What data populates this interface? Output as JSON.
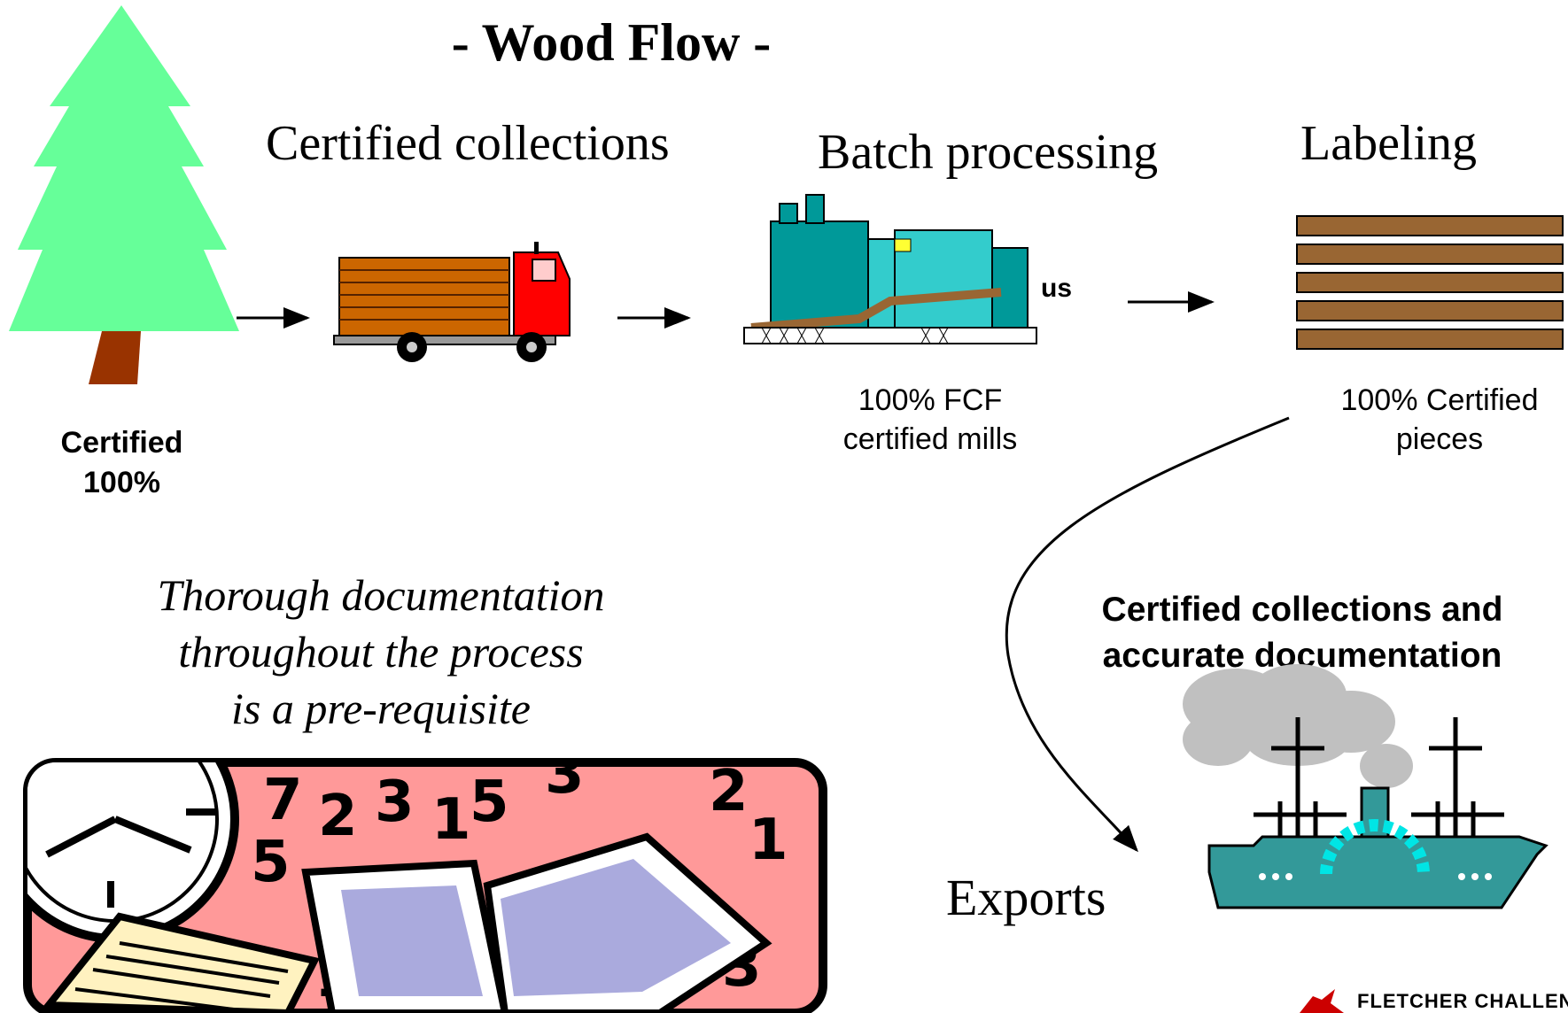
{
  "title": "- Wood Flow -",
  "stages": {
    "collections": "Certified collections",
    "batch": "Batch processing",
    "labeling": "Labeling"
  },
  "captions": {
    "tree": [
      "Certified",
      "100%"
    ],
    "mill": [
      "100% FCF",
      "certified mills"
    ],
    "labeling": [
      "100% Certified",
      "pieces"
    ],
    "exports_heading": [
      "Certified collections and",
      "accurate documentation"
    ]
  },
  "documentation_note": [
    "Thorough documentation",
    "throughout the process",
    "is a pre-requisite"
  ],
  "exports_label": "Exports",
  "logo": {
    "text": "FLETCHER CHALLEN"
  },
  "clipart": {
    "mill_sign": "us",
    "doc_numbers": [
      "7",
      "2",
      "3",
      "1",
      "5",
      "3",
      "2",
      "1",
      "5",
      "1",
      "3"
    ]
  },
  "colors": {
    "tree": "#66FF99",
    "trunk": "#993300",
    "wood": "#CC6600",
    "plank": "#996633",
    "truck_cab": "#FF0000",
    "mill": "#009999",
    "mill_light": "#33CCCC",
    "ship": "#339999",
    "smoke": "#C0C0C0",
    "doc_background": "#FF9999",
    "book_page": "#AAAADD",
    "logo_red": "#CC0000"
  },
  "icons": [
    "tree-icon",
    "truck-icon",
    "mill-icon",
    "planks-icon",
    "ship-icon",
    "documents-icon",
    "logo-icon"
  ]
}
